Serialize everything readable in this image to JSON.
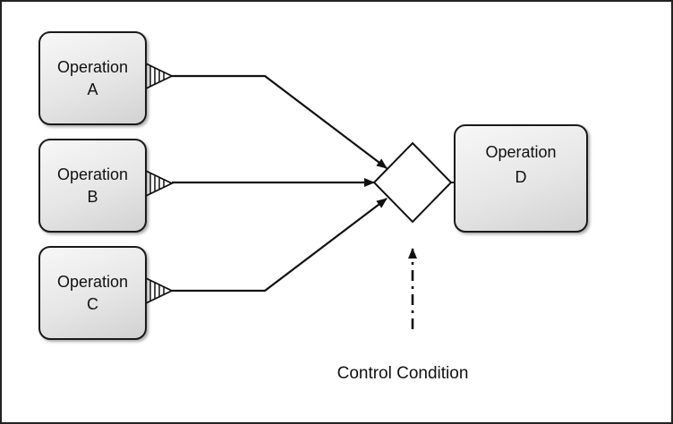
{
  "operations": {
    "a": {
      "title": "Operation",
      "letter": "A"
    },
    "b": {
      "title": "Operation",
      "letter": "B"
    },
    "c": {
      "title": "Operation",
      "letter": "C"
    },
    "d": {
      "title": "Operation",
      "letter": "D"
    }
  },
  "control_label": "Control Condition",
  "colors": {
    "stroke": "#111111",
    "box_fill_light": "#f7f7f7",
    "box_fill_dark": "#d2d2d2"
  }
}
